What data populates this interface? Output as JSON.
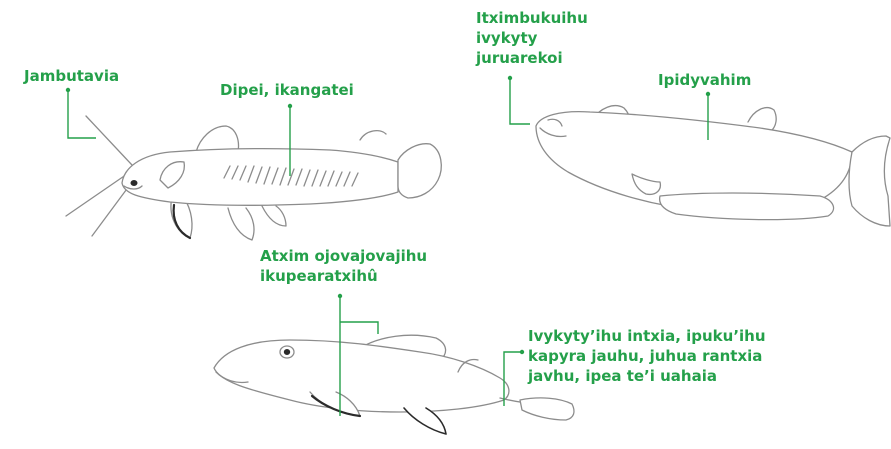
{
  "colors": {
    "label": "#24a04a",
    "leader": "#24a04a",
    "outline": "#8c8c8c",
    "dark_edge": "#2b2b2b"
  },
  "labels": {
    "jambutavia": "Jambutavia",
    "dipei": "Dipei, ikangatei",
    "itximbukuihu": [
      "Itximbukuihu",
      "ivykyty",
      "juruarekoi"
    ],
    "ipidyvahim": "Ipidyvahim",
    "atxim": [
      "Atxim ojovajovajihu",
      "ikupearatxihû"
    ],
    "ivykyty": [
      "Ivykyty’ihu intxia, ipuku’ihu",
      "kapyra jauhu, juhua rantxia",
      "javhu, ipea te’i uahaia"
    ]
  }
}
